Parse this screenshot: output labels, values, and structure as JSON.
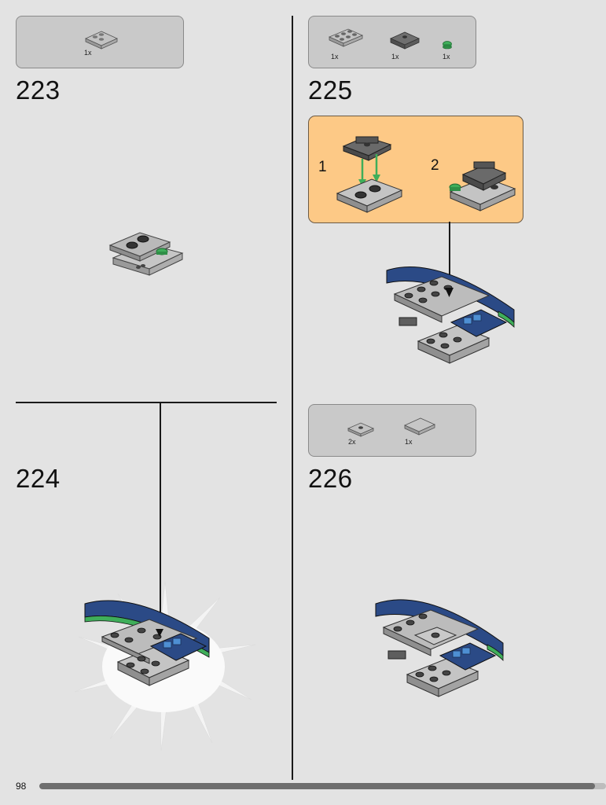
{
  "steps": [
    {
      "number": "223",
      "parts": [
        {
          "qty": "1x"
        }
      ]
    },
    {
      "number": "224",
      "parts": []
    },
    {
      "number": "225",
      "parts": [
        {
          "qty": "1x"
        },
        {
          "qty": "1x"
        },
        {
          "qty": "1x"
        }
      ],
      "callout": {
        "substeps": [
          "1",
          "2"
        ]
      }
    },
    {
      "number": "226",
      "parts": [
        {
          "qty": "2x"
        },
        {
          "qty": "1x"
        }
      ]
    }
  ],
  "footer": {
    "page_number": "98",
    "progress": 0.98
  },
  "colors": {
    "background": "#e3e3e3",
    "parts_box": "#c9c9c9",
    "callout": "#fdc986",
    "brick_light_gray": "#b9b9b9",
    "brick_dark_gray": "#5e5e5e",
    "brick_blue": "#2b4a86",
    "brick_green": "#3fae5a",
    "arrow_green": "#3fae5a"
  }
}
